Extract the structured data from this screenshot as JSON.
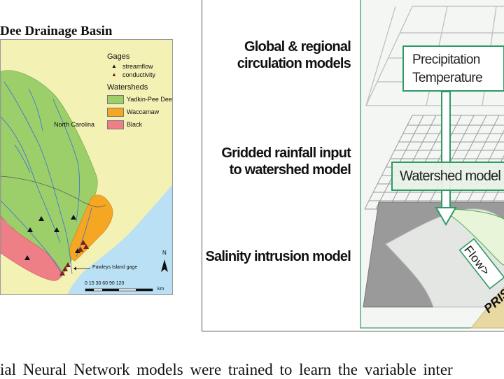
{
  "map": {
    "title": "Dee Drainage Basin",
    "region_label": "North Carolina",
    "gages_heading": "Gages",
    "gage_items": [
      {
        "label": "streamflow",
        "color": "#111111"
      },
      {
        "label": "conductivity",
        "color": "#7a1e1e"
      }
    ],
    "watersheds_heading": "Watersheds",
    "watershed_items": [
      {
        "label": "Yadkin-Pee Dee",
        "color": "#9ccf6a"
      },
      {
        "label": "Waccamaw",
        "color": "#f5a623"
      },
      {
        "label": "Black",
        "color": "#ee7f86"
      }
    ],
    "gage_label": "Pawleys Island gage",
    "north_label": "N",
    "scale_values": "0  15  30       60       90      120",
    "scale_unit": "km",
    "colors": {
      "land": "#f3f1b4",
      "ocean": "#b9e0f4"
    }
  },
  "diagram": {
    "labels": [
      "Global & regional circulation models",
      "Gridded rainfall input to watershed model",
      "Salinity intrusion model"
    ],
    "label_lines": [
      [
        "Global & regional",
        "circulation models"
      ],
      [
        "Gridded rainfall input",
        "to watershed model"
      ],
      [
        "Salinity intrusion model"
      ]
    ],
    "precip_box": [
      "Precipitation",
      "Temperature"
    ],
    "watershed_box": "Watershed model",
    "flow_label": "Flow>",
    "prism_label": "PRISM",
    "accent_color": "#2e9a64"
  },
  "bottom_text": "ial Neural Network models were trained to learn the variable inter"
}
